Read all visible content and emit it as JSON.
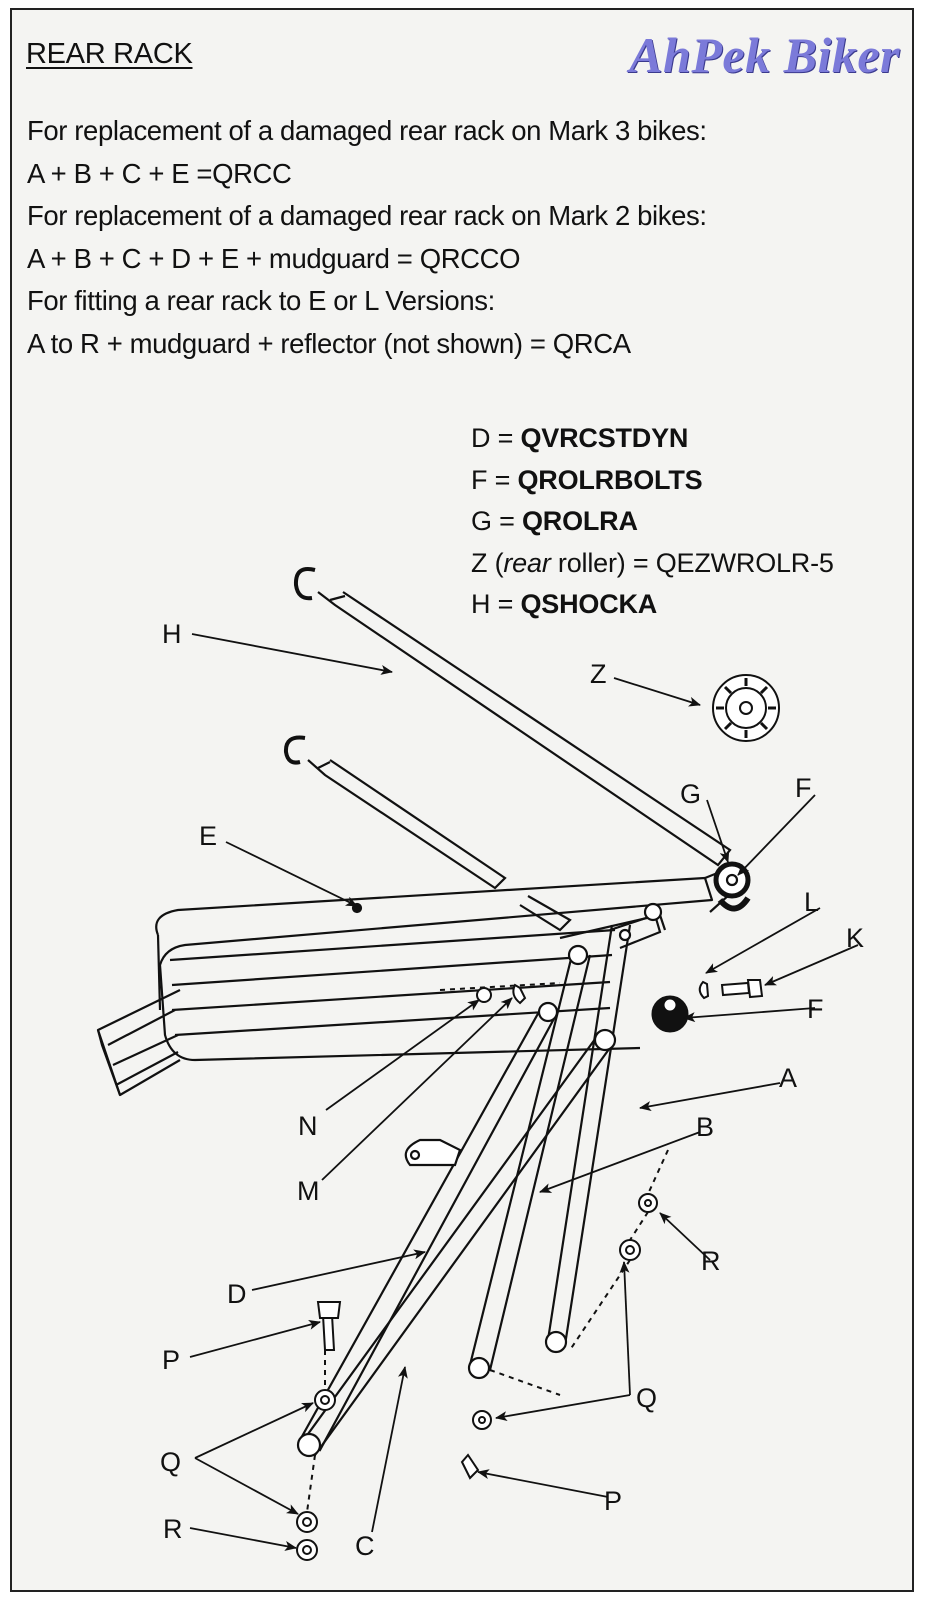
{
  "header": {
    "title": "REAR RACK",
    "watermark": "AhPek Biker"
  },
  "intro_lines": [
    "For replacement of a damaged rear rack on Mark 3 bikes:",
    "A + B + C + E =QRCC",
    "For replacement of a damaged rear rack on Mark 2 bikes:",
    "A + B + C + D + E + mudguard = QRCCO",
    "For fitting a rear rack to E or L Versions:",
    "A to R + mudguard + reflector (not shown) = QRCA"
  ],
  "part_codes": [
    {
      "letter": "D",
      "code": "QVRCSTDYN"
    },
    {
      "letter": "F",
      "code": "QROLRBOLTS"
    },
    {
      "letter": "G",
      "code": "QROLRA"
    },
    {
      "letter": "Z",
      "note": "rear",
      "note_rest": "roller",
      "code": "QEZWROLR-5"
    },
    {
      "letter": "H",
      "code": "QSHOCKA"
    }
  ],
  "diagram_labels": {
    "H": "H",
    "Z": "Z",
    "G": "G",
    "F_top": "F",
    "E": "E",
    "L": "L",
    "K": "K",
    "F_mid": "F",
    "A": "A",
    "B": "B",
    "N": "N",
    "M": "M",
    "D": "D",
    "R_right": "R",
    "P_left": "P",
    "Q_right": "Q",
    "Q_left": "Q",
    "P_bottom": "P",
    "R_left": "R",
    "C": "C"
  },
  "colors": {
    "ink": "#111111",
    "watermark": "#7b7ad9",
    "background": "#f4f4f2"
  }
}
